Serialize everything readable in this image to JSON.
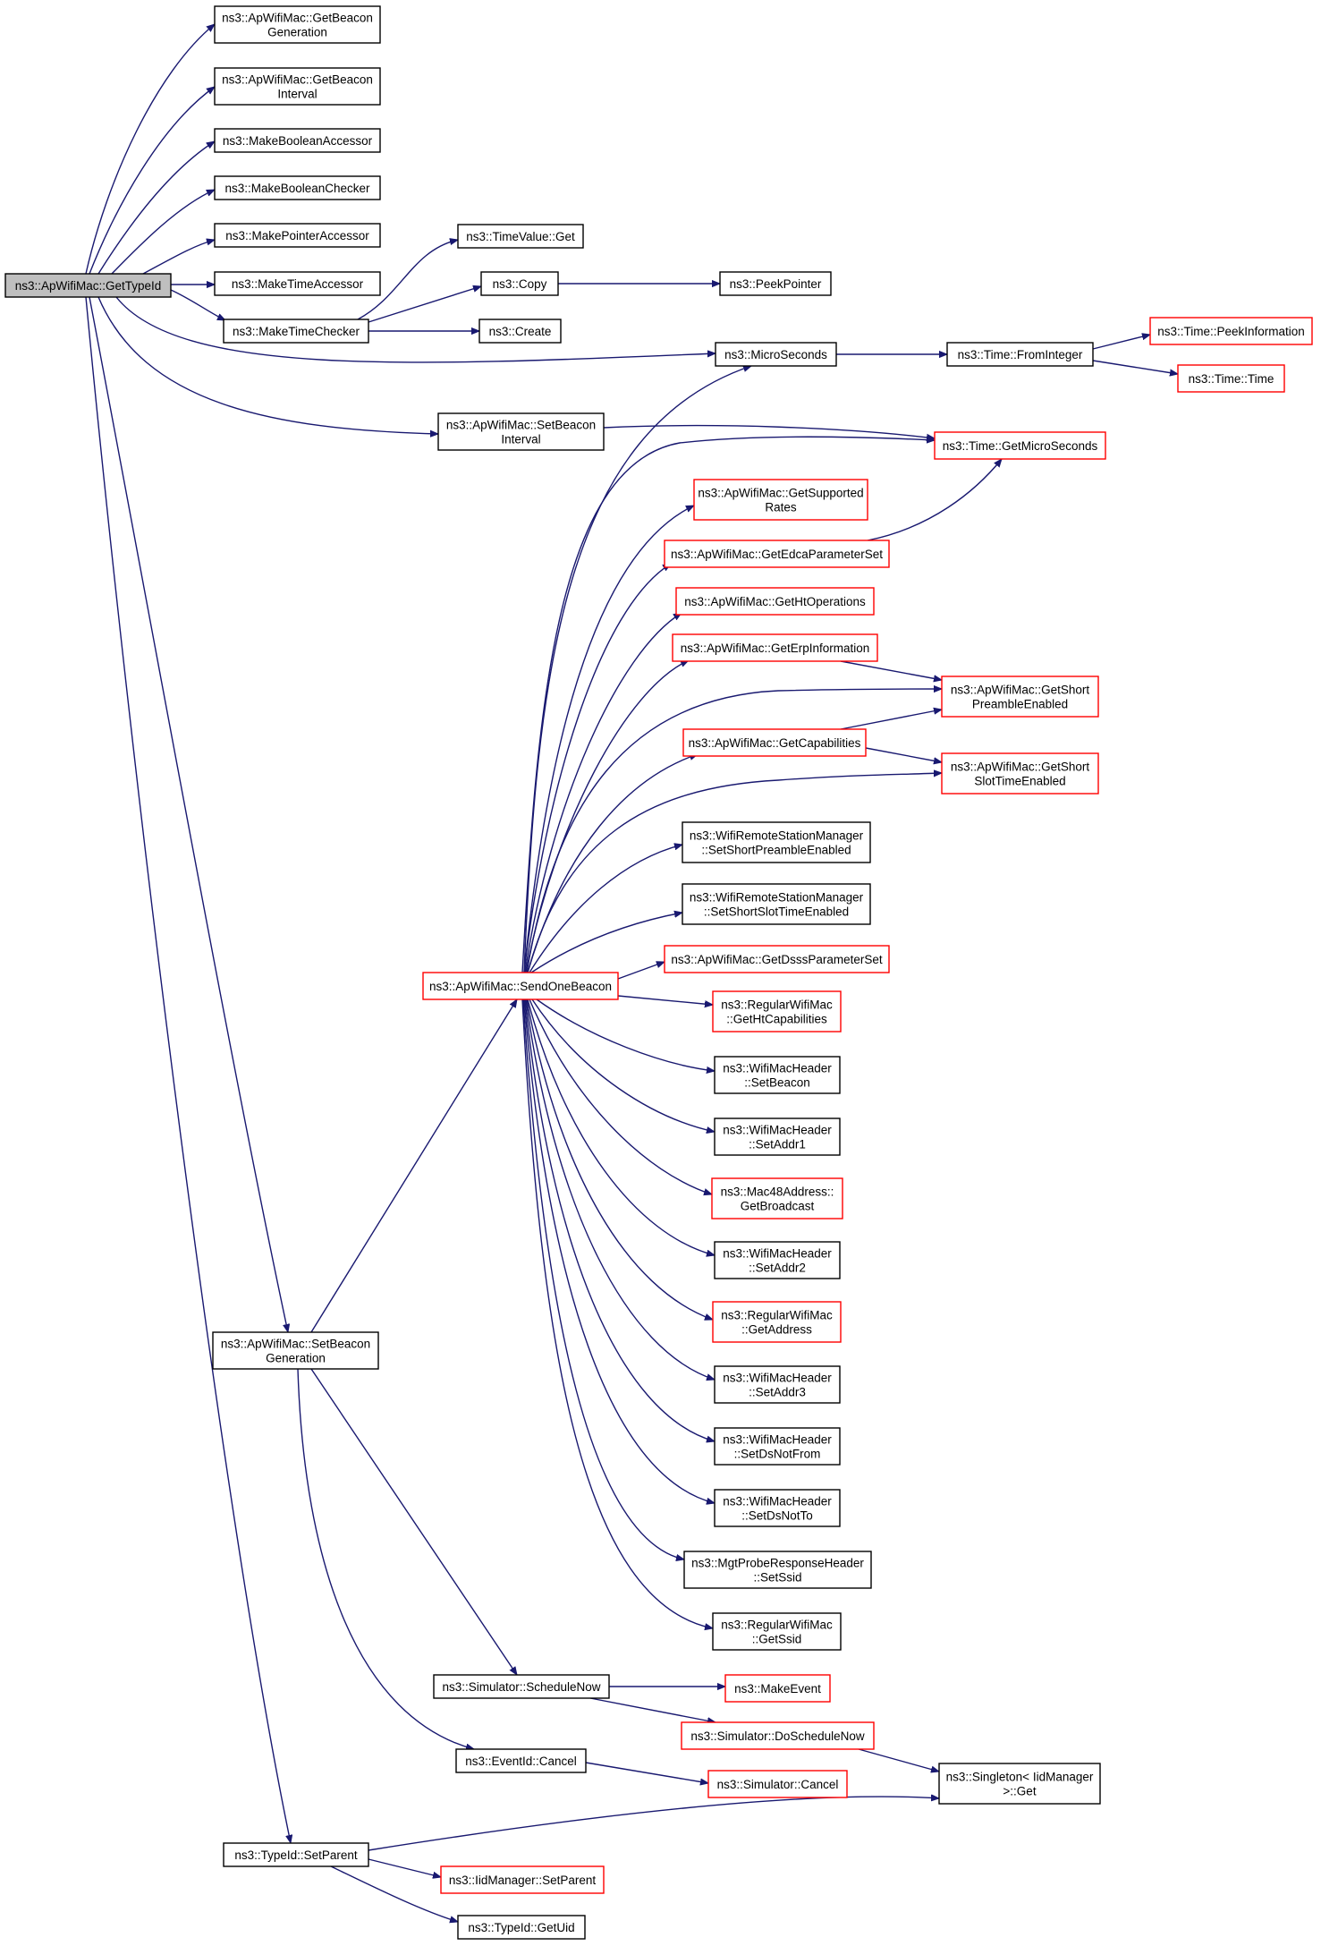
{
  "diagram": {
    "type": "call-graph",
    "colors": {
      "edge": "#191970",
      "node_border_normal": "#000000",
      "node_border_truncated": "#ff0000",
      "root_fill": "#bfbfbf",
      "node_fill": "#ffffff"
    },
    "nodes": [
      {
        "id": "gettypeid",
        "lines": [
          "ns3::ApWifiMac::GetTypeId"
        ],
        "root": true
      },
      {
        "id": "getbeacongeneration",
        "lines": [
          "ns3::ApWifiMac::GetBeacon",
          "Generation"
        ]
      },
      {
        "id": "getbeaconinterval",
        "lines": [
          "ns3::ApWifiMac::GetBeacon",
          "Interval"
        ]
      },
      {
        "id": "makebooleanaccessor",
        "lines": [
          "ns3::MakeBooleanAccessor"
        ]
      },
      {
        "id": "makebooleanchecker",
        "lines": [
          "ns3::MakeBooleanChecker"
        ]
      },
      {
        "id": "makepointeraccessor",
        "lines": [
          "ns3::MakePointerAccessor"
        ]
      },
      {
        "id": "maketimeaccessor",
        "lines": [
          "ns3::MakeTimeAccessor"
        ]
      },
      {
        "id": "maketimechecker",
        "lines": [
          "ns3::MakeTimeChecker"
        ]
      },
      {
        "id": "timevalueget",
        "lines": [
          "ns3::TimeValue::Get"
        ]
      },
      {
        "id": "copy",
        "lines": [
          "ns3::Copy"
        ]
      },
      {
        "id": "create",
        "lines": [
          "ns3::Create"
        ]
      },
      {
        "id": "peekpointer",
        "lines": [
          "ns3::PeekPointer"
        ]
      },
      {
        "id": "microseconds",
        "lines": [
          "ns3::MicroSeconds"
        ]
      },
      {
        "id": "frominteger",
        "lines": [
          "ns3::Time::FromInteger"
        ]
      },
      {
        "id": "peekinformation",
        "lines": [
          "ns3::Time::PeekInformation"
        ],
        "truncated": true
      },
      {
        "id": "timetime",
        "lines": [
          "ns3::Time::Time"
        ],
        "truncated": true
      },
      {
        "id": "setbeaconinterval",
        "lines": [
          "ns3::ApWifiMac::SetBeacon",
          "Interval"
        ]
      },
      {
        "id": "getmicroseconds",
        "lines": [
          "ns3::Time::GetMicroSeconds"
        ],
        "truncated": true
      },
      {
        "id": "getsupportedrates",
        "lines": [
          "ns3::ApWifiMac::GetSupported",
          "Rates"
        ],
        "truncated": true
      },
      {
        "id": "getedcaparameterset",
        "lines": [
          "ns3::ApWifiMac::GetEdcaParameterSet"
        ],
        "truncated": true
      },
      {
        "id": "gethtoperations",
        "lines": [
          "ns3::ApWifiMac::GetHtOperations"
        ],
        "truncated": true
      },
      {
        "id": "geterpinformation",
        "lines": [
          "ns3::ApWifiMac::GetErpInformation"
        ],
        "truncated": true
      },
      {
        "id": "getshortpreambleenabled",
        "lines": [
          "ns3::ApWifiMac::GetShort",
          "PreambleEnabled"
        ],
        "truncated": true
      },
      {
        "id": "getcapabilities",
        "lines": [
          "ns3::ApWifiMac::GetCapabilities"
        ],
        "truncated": true
      },
      {
        "id": "getshortslottimeenabled",
        "lines": [
          "ns3::ApWifiMac::GetShort",
          "SlotTimeEnabled"
        ],
        "truncated": true
      },
      {
        "id": "setshortpreambleenabled",
        "lines": [
          "ns3::WifiRemoteStationManager",
          "::SetShortPreambleEnabled"
        ]
      },
      {
        "id": "setshortslottimeenabled",
        "lines": [
          "ns3::WifiRemoteStationManager",
          "::SetShortSlotTimeEnabled"
        ]
      },
      {
        "id": "getdsssparameterset",
        "lines": [
          "ns3::ApWifiMac::GetDsssParameterSet"
        ],
        "truncated": true
      },
      {
        "id": "sendonebeacon",
        "lines": [
          "ns3::ApWifiMac::SendOneBeacon"
        ],
        "truncated": true
      },
      {
        "id": "gethtcapabilities",
        "lines": [
          "ns3::RegularWifiMac",
          "::GetHtCapabilities"
        ],
        "truncated": true
      },
      {
        "id": "setbeacon",
        "lines": [
          "ns3::WifiMacHeader",
          "::SetBeacon"
        ]
      },
      {
        "id": "setaddr1",
        "lines": [
          "ns3::WifiMacHeader",
          "::SetAddr1"
        ]
      },
      {
        "id": "getbroadcast",
        "lines": [
          "ns3::Mac48Address::",
          "GetBroadcast"
        ],
        "truncated": true
      },
      {
        "id": "setaddr2",
        "lines": [
          "ns3::WifiMacHeader",
          "::SetAddr2"
        ]
      },
      {
        "id": "getaddress",
        "lines": [
          "ns3::RegularWifiMac",
          "::GetAddress"
        ],
        "truncated": true
      },
      {
        "id": "setaddr3",
        "lines": [
          "ns3::WifiMacHeader",
          "::SetAddr3"
        ]
      },
      {
        "id": "setdsnotfrom",
        "lines": [
          "ns3::WifiMacHeader",
          "::SetDsNotFrom"
        ]
      },
      {
        "id": "setdsnotto",
        "lines": [
          "ns3::WifiMacHeader",
          "::SetDsNotTo"
        ]
      },
      {
        "id": "setssid",
        "lines": [
          "ns3::MgtProbeResponseHeader",
          "::SetSsid"
        ]
      },
      {
        "id": "getssid",
        "lines": [
          "ns3::RegularWifiMac",
          "::GetSsid"
        ]
      },
      {
        "id": "setbeacongeneration",
        "lines": [
          "ns3::ApWifiMac::SetBeacon",
          "Generation"
        ]
      },
      {
        "id": "schedulenow",
        "lines": [
          "ns3::Simulator::ScheduleNow"
        ]
      },
      {
        "id": "makeevent",
        "lines": [
          "ns3::MakeEvent"
        ],
        "truncated": true
      },
      {
        "id": "doschedulenow",
        "lines": [
          "ns3::Simulator::DoScheduleNow"
        ],
        "truncated": true
      },
      {
        "id": "eventidcancel",
        "lines": [
          "ns3::EventId::Cancel"
        ]
      },
      {
        "id": "simulatorcancel",
        "lines": [
          "ns3::Simulator::Cancel"
        ],
        "truncated": true
      },
      {
        "id": "singletonget",
        "lines": [
          "ns3::Singleton< IidManager",
          ">::Get"
        ]
      },
      {
        "id": "setparent",
        "lines": [
          "ns3::TypeId::SetParent"
        ]
      },
      {
        "id": "iidsetparent",
        "lines": [
          "ns3::IidManager::SetParent"
        ],
        "truncated": true
      },
      {
        "id": "getuid",
        "lines": [
          "ns3::TypeId::GetUid"
        ]
      }
    ],
    "edges": [
      [
        "gettypeid",
        "getbeacongeneration"
      ],
      [
        "gettypeid",
        "getbeaconinterval"
      ],
      [
        "gettypeid",
        "makebooleanaccessor"
      ],
      [
        "gettypeid",
        "makebooleanchecker"
      ],
      [
        "gettypeid",
        "makepointeraccessor"
      ],
      [
        "gettypeid",
        "maketimeaccessor"
      ],
      [
        "gettypeid",
        "maketimechecker"
      ],
      [
        "gettypeid",
        "microseconds"
      ],
      [
        "gettypeid",
        "setbeaconinterval"
      ],
      [
        "gettypeid",
        "setbeacongeneration"
      ],
      [
        "gettypeid",
        "setparent"
      ],
      [
        "maketimechecker",
        "timevalueget"
      ],
      [
        "maketimechecker",
        "copy"
      ],
      [
        "maketimechecker",
        "create"
      ],
      [
        "copy",
        "peekpointer"
      ],
      [
        "microseconds",
        "frominteger"
      ],
      [
        "frominteger",
        "peekinformation"
      ],
      [
        "frominteger",
        "timetime"
      ],
      [
        "setbeaconinterval",
        "getmicroseconds"
      ],
      [
        "getedcaparameterset",
        "getmicroseconds"
      ],
      [
        "geterpinformation",
        "getshortpreambleenabled"
      ],
      [
        "getcapabilities",
        "getshortpreambleenabled"
      ],
      [
        "getcapabilities",
        "getshortslottimeenabled"
      ],
      [
        "sendonebeacon",
        "microseconds"
      ],
      [
        "sendonebeacon",
        "getmicroseconds"
      ],
      [
        "sendonebeacon",
        "getsupportedrates"
      ],
      [
        "sendonebeacon",
        "getedcaparameterset"
      ],
      [
        "sendonebeacon",
        "gethtoperations"
      ],
      [
        "sendonebeacon",
        "geterpinformation"
      ],
      [
        "sendonebeacon",
        "getshortpreambleenabled"
      ],
      [
        "sendonebeacon",
        "getcapabilities"
      ],
      [
        "sendonebeacon",
        "getshortslottimeenabled"
      ],
      [
        "sendonebeacon",
        "setshortpreambleenabled"
      ],
      [
        "sendonebeacon",
        "setshortslottimeenabled"
      ],
      [
        "sendonebeacon",
        "getdsssparameterset"
      ],
      [
        "sendonebeacon",
        "gethtcapabilities"
      ],
      [
        "sendonebeacon",
        "setbeacon"
      ],
      [
        "sendonebeacon",
        "setaddr1"
      ],
      [
        "sendonebeacon",
        "getbroadcast"
      ],
      [
        "sendonebeacon",
        "setaddr2"
      ],
      [
        "sendonebeacon",
        "getaddress"
      ],
      [
        "sendonebeacon",
        "setaddr3"
      ],
      [
        "sendonebeacon",
        "setdsnotfrom"
      ],
      [
        "sendonebeacon",
        "setdsnotto"
      ],
      [
        "sendonebeacon",
        "setssid"
      ],
      [
        "sendonebeacon",
        "getssid"
      ],
      [
        "setbeacongeneration",
        "sendonebeacon"
      ],
      [
        "setbeacongeneration",
        "schedulenow"
      ],
      [
        "setbeacongeneration",
        "eventidcancel"
      ],
      [
        "schedulenow",
        "makeevent"
      ],
      [
        "schedulenow",
        "doschedulenow"
      ],
      [
        "doschedulenow",
        "singletonget"
      ],
      [
        "eventidcancel",
        "simulatorcancel"
      ],
      [
        "setparent",
        "singletonget"
      ],
      [
        "setparent",
        "iidsetparent"
      ],
      [
        "setparent",
        "getuid"
      ]
    ]
  }
}
